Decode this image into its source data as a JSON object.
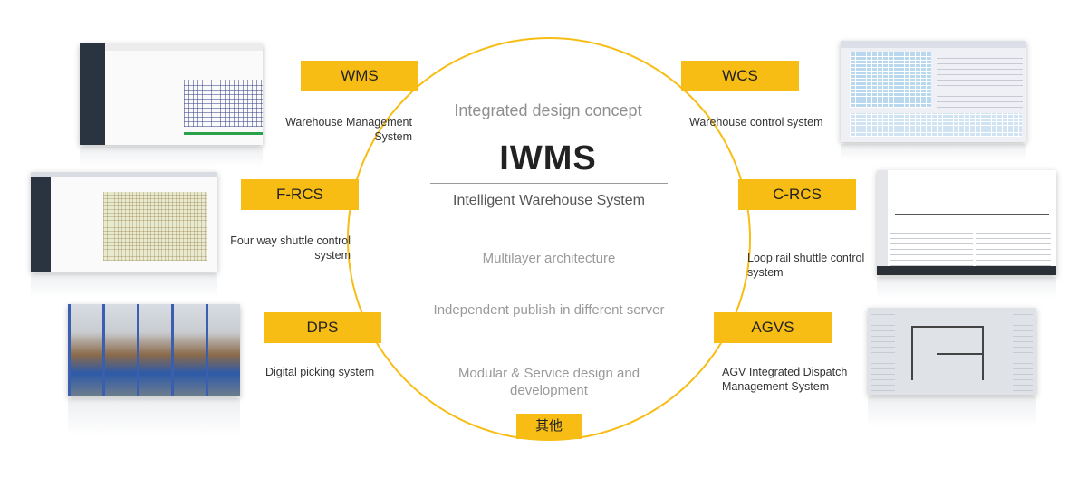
{
  "center": {
    "concept": "Integrated design concept",
    "title": "IWMS",
    "subtitle": "Intelligent Warehouse System",
    "features": [
      "Multilayer architecture",
      "Independent publish in different server",
      "Modular & Service design and development"
    ]
  },
  "modules": {
    "wms": {
      "label": "WMS",
      "desc": "Warehouse Management System"
    },
    "wcs": {
      "label": "WCS",
      "desc": "Warehouse control system"
    },
    "frcs": {
      "label": "F-RCS",
      "desc": "Four way shuttle control system"
    },
    "crcs": {
      "label": "C-RCS",
      "desc": "Loop rail shuttle control system"
    },
    "dps": {
      "label": "DPS",
      "desc": "Digital picking system"
    },
    "agvs": {
      "label": "AGVS",
      "desc": "AGV Integrated Dispatch Management System"
    },
    "other": {
      "label": "其他"
    }
  },
  "colors": {
    "accent": "#f7bd14",
    "ring": "#f7bd14"
  }
}
